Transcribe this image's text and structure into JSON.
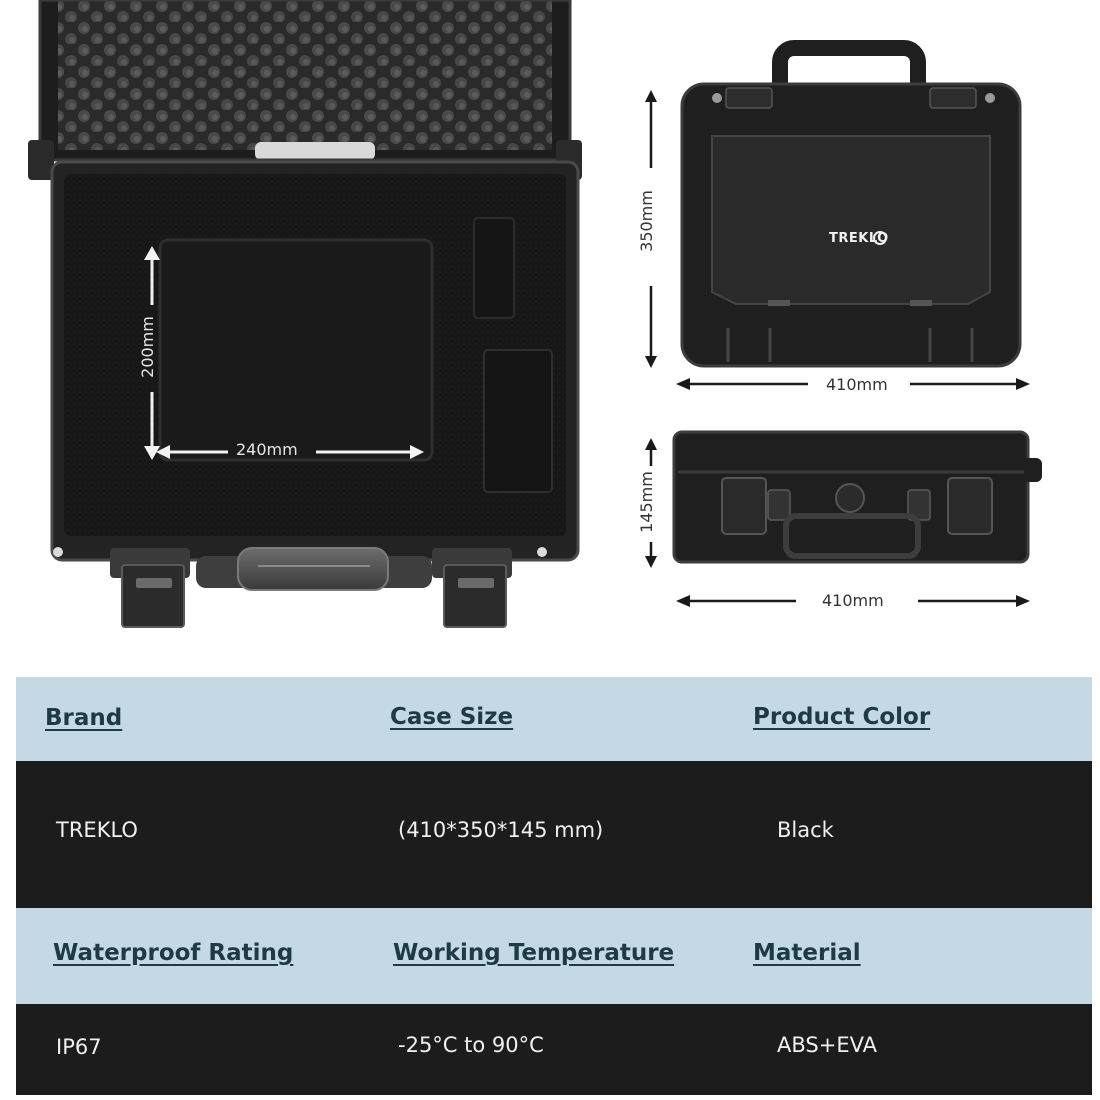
{
  "product": {
    "brand_logo": "TREKLO",
    "dimensions": {
      "interior_height": "200mm",
      "interior_width": "240mm",
      "case_length": "350mm",
      "case_width_top": "410mm",
      "case_depth": "145mm",
      "case_width_side": "410mm"
    }
  },
  "specs": {
    "row1": {
      "headers": [
        "Brand",
        "Case Size",
        "Product Color"
      ],
      "values": [
        "TREKLO",
        "(410*350*145 mm)",
        "Black"
      ]
    },
    "row2": {
      "headers": [
        "Waterproof Rating",
        "Working Temperature",
        "Material"
      ],
      "values": [
        "IP67",
        "-25°C to 90°C",
        "ABS+EVA"
      ]
    }
  },
  "colors": {
    "header_band": "#c5d9e5",
    "value_band": "#1c1c1c",
    "header_text": "#1e3a45",
    "value_text": "#f0f0f0",
    "case_body": "#1f1f1f"
  }
}
